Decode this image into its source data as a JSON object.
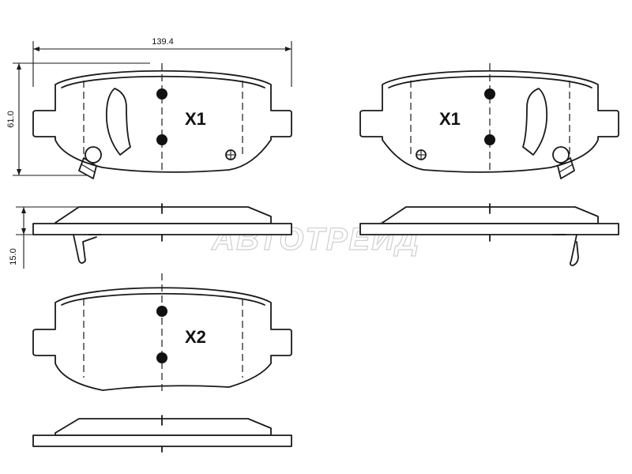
{
  "dimensions": {
    "width": "139.4",
    "height": "61.0",
    "thickness": "15.0"
  },
  "labels": {
    "pad_top_left": "X1",
    "pad_top_right": "X1",
    "pad_bottom": "X2"
  },
  "watermark": "АВТОТРЕЙД",
  "colors": {
    "line": "#1a1a1a",
    "watermark": "#cfcfcf"
  }
}
